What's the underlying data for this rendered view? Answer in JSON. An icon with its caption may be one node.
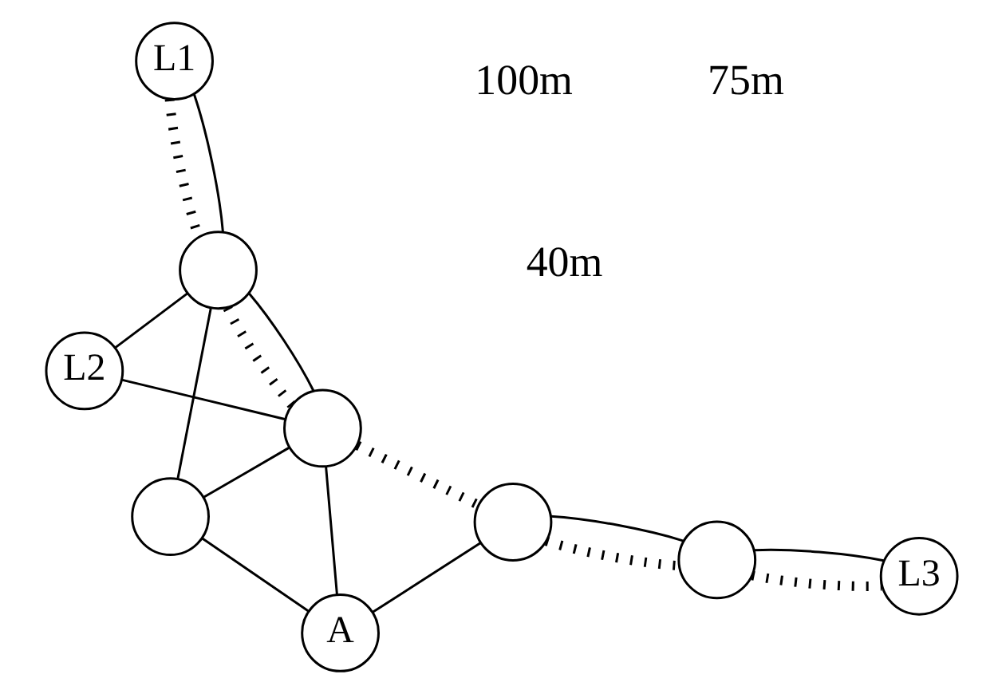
{
  "diagram": {
    "nodes": [
      {
        "text": [
          "L2"
        ]
      },
      {
        "text": [
          "L3"
        ]
      },
      {
        "text": [
          "A"
        ]
      },
      {
        "text": [
          "L1"
        ]
      },
      {
        "text": [],
        "shape": "circle"
      },
      {
        "text": [],
        "shape": "circle"
      },
      {
        "text": [],
        "shape": "circle"
      },
      {
        "text": [],
        "shape": "circle"
      },
      {
        "text": [],
        "shape": "circle"
      }
    ],
    "edges": [
      {
        "from": 0,
        "to": 4,
        "arrow": "none"
      },
      {
        "from": 0,
        "to": 6,
        "arrow": "none"
      },
      {
        "from": 4,
        "to": 6,
        "arrow": "none"
      },
      {
        "from": 4,
        "to": 5,
        "arrow": "none"
      },
      {
        "from": 6,
        "to": 5,
        "arrow": "none"
      },
      {
        "from": 6,
        "to": 2,
        "arrow": "none"
      },
      {
        "from": 5,
        "to": 2,
        "arrow": "none"
      },
      {
        "from": 2,
        "to": 7,
        "arrow": "none"
      },
      {
        "from": 7,
        "to": 8,
        "arrow": "none"
      },
      {
        "from": 8,
        "to": 1,
        "arrow": "none"
      },
      {
        "from": 3,
        "to": 4,
        "arrow": "none"
      },
      {
        "from": 3,
        "to": 4,
        "arrow": "none",
        "style": "dashed"
      },
      {
        "from": 4,
        "to": 6,
        "arrow": "none",
        "style": "dashed"
      },
      {
        "from": 6,
        "to": 7,
        "arrow": "none",
        "style": "dashed"
      },
      {
        "from": 7,
        "to": 8,
        "arrow": "none",
        "style": "dashed"
      },
      {
        "from": 8,
        "to": 1,
        "arrow": "none",
        "style": "dashed"
      }
    ],
    "labels": [
      "40m",
      "75m",
      "100m"
    ]
  }
}
